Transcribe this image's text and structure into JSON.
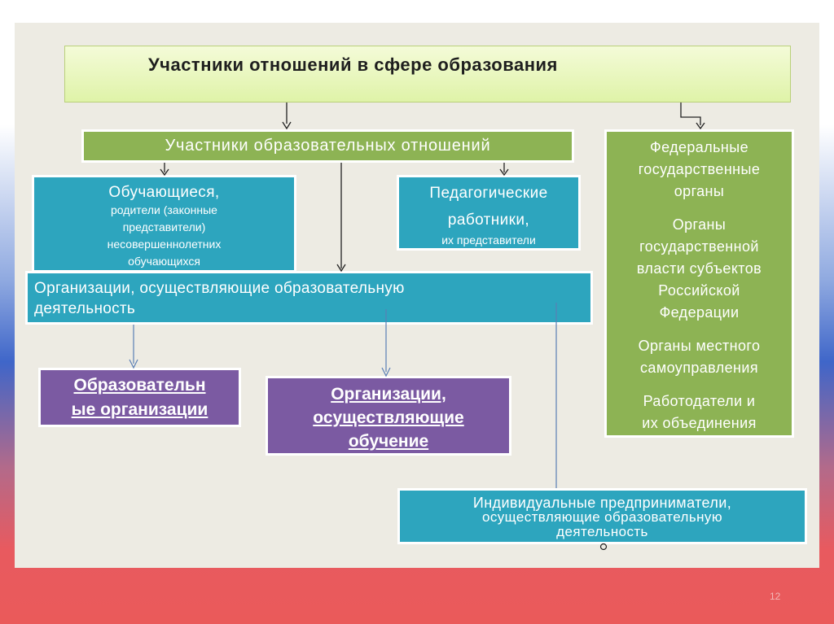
{
  "title": "Участники отношений в сфере образования",
  "participants_header": "Участники образовательных отношений",
  "learners": {
    "main": "Обучающиеся,",
    "sub": [
      "родители (законные",
      "представители)",
      "несовершеннолетних",
      "обучающихся"
    ]
  },
  "teachers": {
    "main": [
      "Педагогические",
      "работники,"
    ],
    "sub": "их представители"
  },
  "orgs_educational_activity": [
    "Организации, осуществляющие образовательную",
    "деятельность"
  ],
  "educational_organizations": [
    "Образовательн",
    "ые организации"
  ],
  "training_organizations": [
    "Организации,",
    "осуществляющие",
    "обучение"
  ],
  "entrepreneurs": [
    "Индивидуальные предприниматели,",
    "осуществляющие образовательную",
    "деятельность"
  ],
  "authorities": [
    [
      "Федеральные",
      "государственные",
      "органы"
    ],
    [
      "Органы",
      "государственной",
      "власти субъектов",
      "Российской",
      "Федерации"
    ],
    [
      "Органы местного",
      "самоуправления"
    ],
    [
      "Работодатели и",
      "их объединения"
    ]
  ],
  "page_number": "12",
  "colors": {
    "green": "#8db354",
    "teal": "#2da5be",
    "purple": "#7b5aa2",
    "title_fill": "#dff3a8"
  }
}
